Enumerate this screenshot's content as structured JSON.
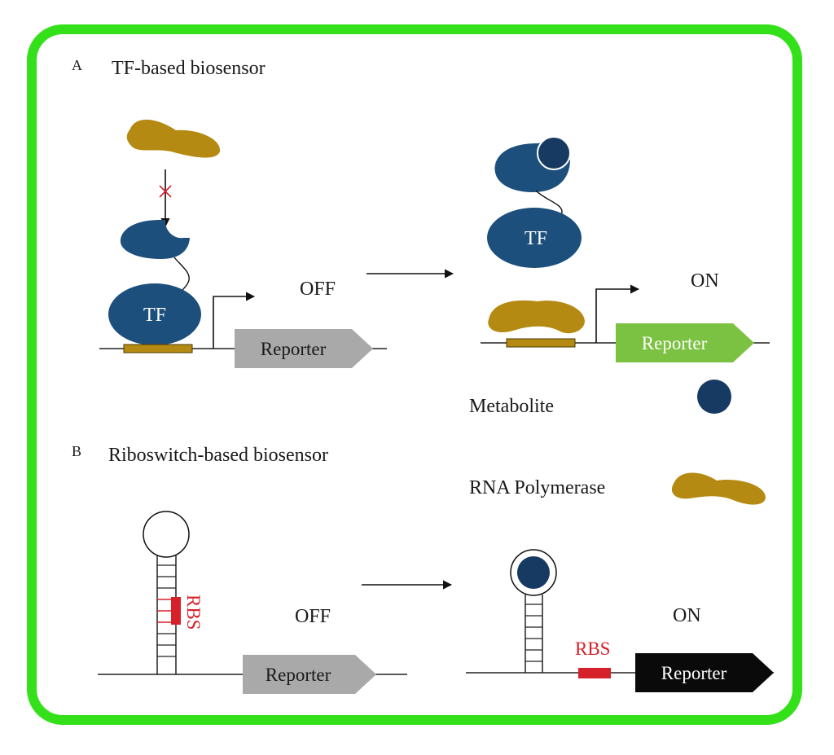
{
  "panel_a": {
    "letter": "A",
    "title": "TF-based biosensor",
    "tf_label": "TF",
    "off_state": "OFF",
    "on_state": "ON",
    "reporter_label": "Reporter"
  },
  "panel_b": {
    "letter": "B",
    "title": "Riboswitch-based biosensor",
    "rbs_label": "RBS",
    "off_state": "OFF",
    "on_state": "ON",
    "reporter_label": "Reporter"
  },
  "legend": {
    "metabolite": "Metabolite",
    "rna_polymerase": "RNA Polymerase"
  },
  "colors": {
    "border": "#33e01a",
    "tf_blue": "#1d4f7c",
    "metabolite": "#173a63",
    "polymerase": "#b58a12",
    "reporter_off": "#a9a9a9",
    "reporter_on_a": "#7cc242",
    "reporter_on_b": "#0a0a0a",
    "rbs": "#d6212a",
    "blocked_mark": "#d6212a"
  }
}
